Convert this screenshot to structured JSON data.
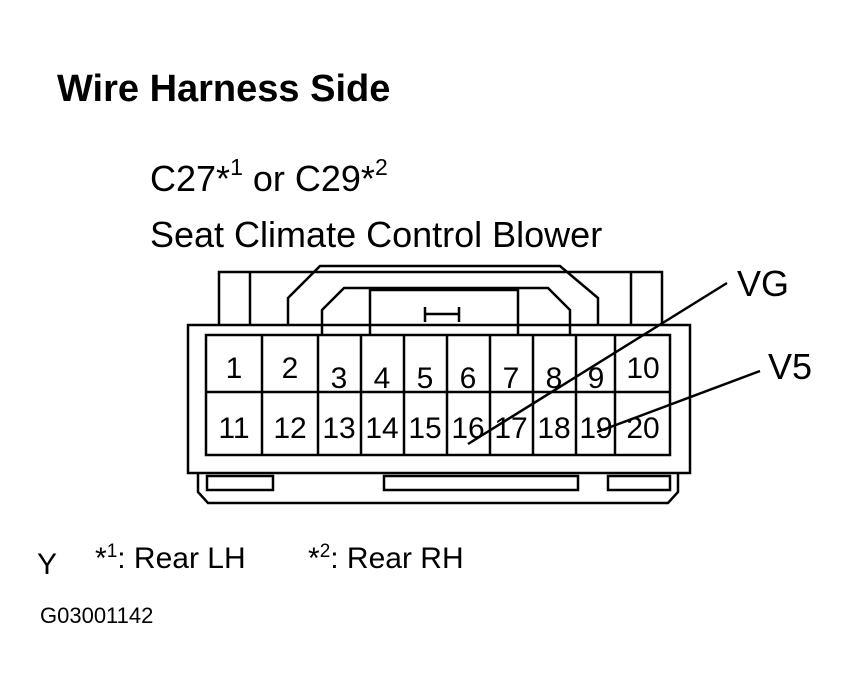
{
  "title": "Wire Harness Side",
  "connector": {
    "id_part1": "C27*",
    "id_sup1": "1",
    "id_mid": " or C29*",
    "id_sup2": "2",
    "name": "Seat Climate Control Blower"
  },
  "pins_top": [
    "1",
    "2",
    "3",
    "4",
    "5",
    "6",
    "7",
    "8",
    "9",
    "10"
  ],
  "pins_bottom": [
    "11",
    "12",
    "13",
    "14",
    "15",
    "16",
    "17",
    "18",
    "19",
    "20"
  ],
  "signals": [
    {
      "label": "VG",
      "pin": "16"
    },
    {
      "label": "V5",
      "pin": "19"
    }
  ],
  "footnotes": {
    "marker": "Y",
    "note1_prefix": "*",
    "note1_sup": "1",
    "note1_text": ": Rear LH",
    "note2_prefix": "*",
    "note2_sup": "2",
    "note2_text": ": Rear RH"
  },
  "figure_code": "G03001142"
}
